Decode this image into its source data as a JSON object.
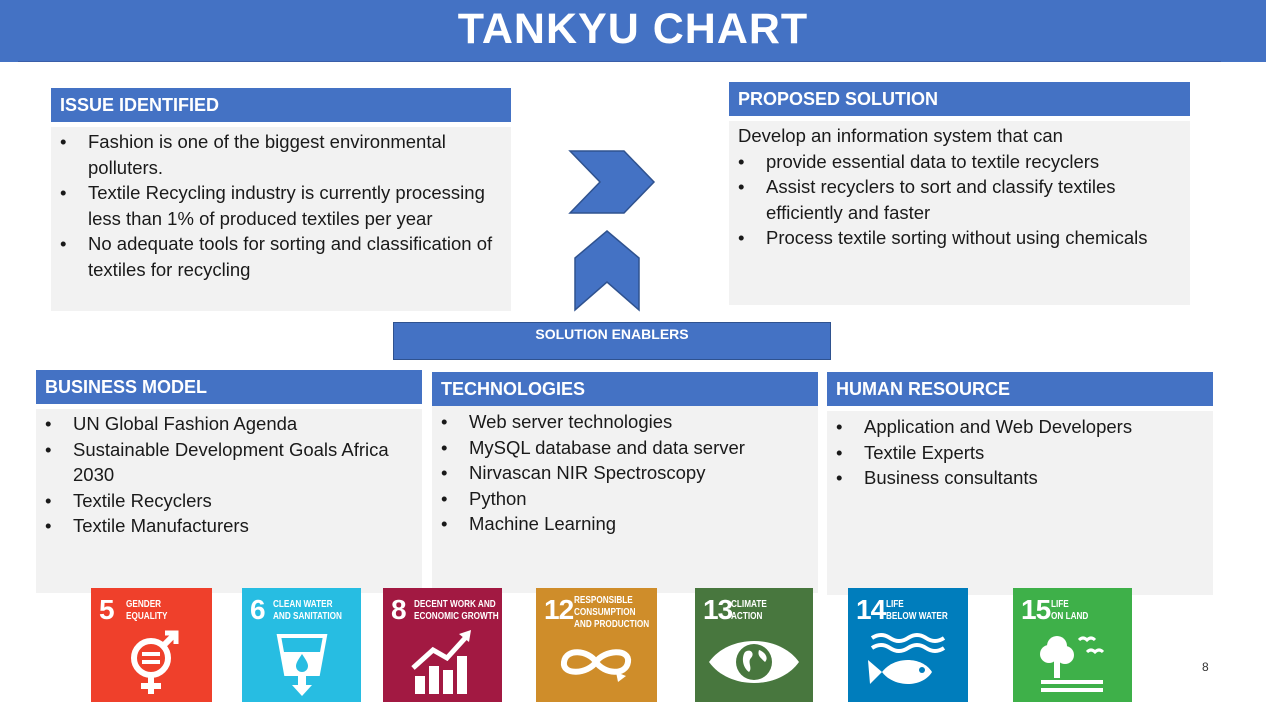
{
  "title": "TANKYU CHART",
  "issue": {
    "heading": "ISSUE IDENTIFIED",
    "items": [
      "Fashion is one of the biggest environmental polluters.",
      "Textile Recycling industry is currently processing less than 1% of produced textiles per year",
      "No adequate tools for sorting and classification of textiles for recycling"
    ]
  },
  "solution": {
    "heading": "PROPOSED SOLUTION",
    "intro": "Develop an information system that can",
    "items": [
      "provide essential data to textile recyclers",
      "Assist recyclers to sort and classify textiles efficiently and faster",
      "Process textile sorting without using chemicals"
    ]
  },
  "enablers": {
    "label": "SOLUTION ENABLERS"
  },
  "business": {
    "heading": "BUSINESS MODEL",
    "items": [
      "UN Global Fashion Agenda",
      "Sustainable Development Goals Africa 2030",
      "Textile Recyclers",
      "Textile Manufacturers"
    ]
  },
  "technologies": {
    "heading": "TECHNOLOGIES",
    "items": [
      "Web server technologies",
      "MySQL database and data server",
      "Nirvascan NIR Spectroscopy",
      "Python",
      "Machine Learning"
    ]
  },
  "human": {
    "heading": "HUMAN RESOURCE",
    "items": [
      "Application and Web Developers",
      "Textile Experts",
      "Business consultants"
    ]
  },
  "sdgs": [
    {
      "number": "5",
      "line1": "GENDER",
      "line2": "EQUALITY",
      "line3": "",
      "color": "#ef402b",
      "icon": "gender-equality-icon"
    },
    {
      "number": "6",
      "line1": "CLEAN WATER",
      "line2": "AND SANITATION",
      "line3": "",
      "color": "#27bde2",
      "icon": "water-glass-icon"
    },
    {
      "number": "8",
      "line1": "DECENT WORK AND",
      "line2": "ECONOMIC GROWTH",
      "line3": "",
      "color": "#a21942",
      "icon": "growth-chart-icon"
    },
    {
      "number": "12",
      "line1": "RESPONSIBLE",
      "line2": "CONSUMPTION",
      "line3": "AND PRODUCTION",
      "color": "#cf8d2a",
      "icon": "infinity-icon"
    },
    {
      "number": "13",
      "line1": "CLIMATE",
      "line2": "ACTION",
      "line3": "",
      "color": "#48773e",
      "icon": "eye-globe-icon"
    },
    {
      "number": "14",
      "line1": "LIFE",
      "line2": "BELOW WATER",
      "line3": "",
      "color": "#007dbc",
      "icon": "fish-icon"
    },
    {
      "number": "15",
      "line1": "LIFE",
      "line2": "ON LAND",
      "line3": "",
      "color": "#3eb049",
      "icon": "tree-birds-icon"
    }
  ],
  "page_number": "8",
  "colors": {
    "primary": "#4472c4",
    "panel": "#f2f2f2"
  }
}
